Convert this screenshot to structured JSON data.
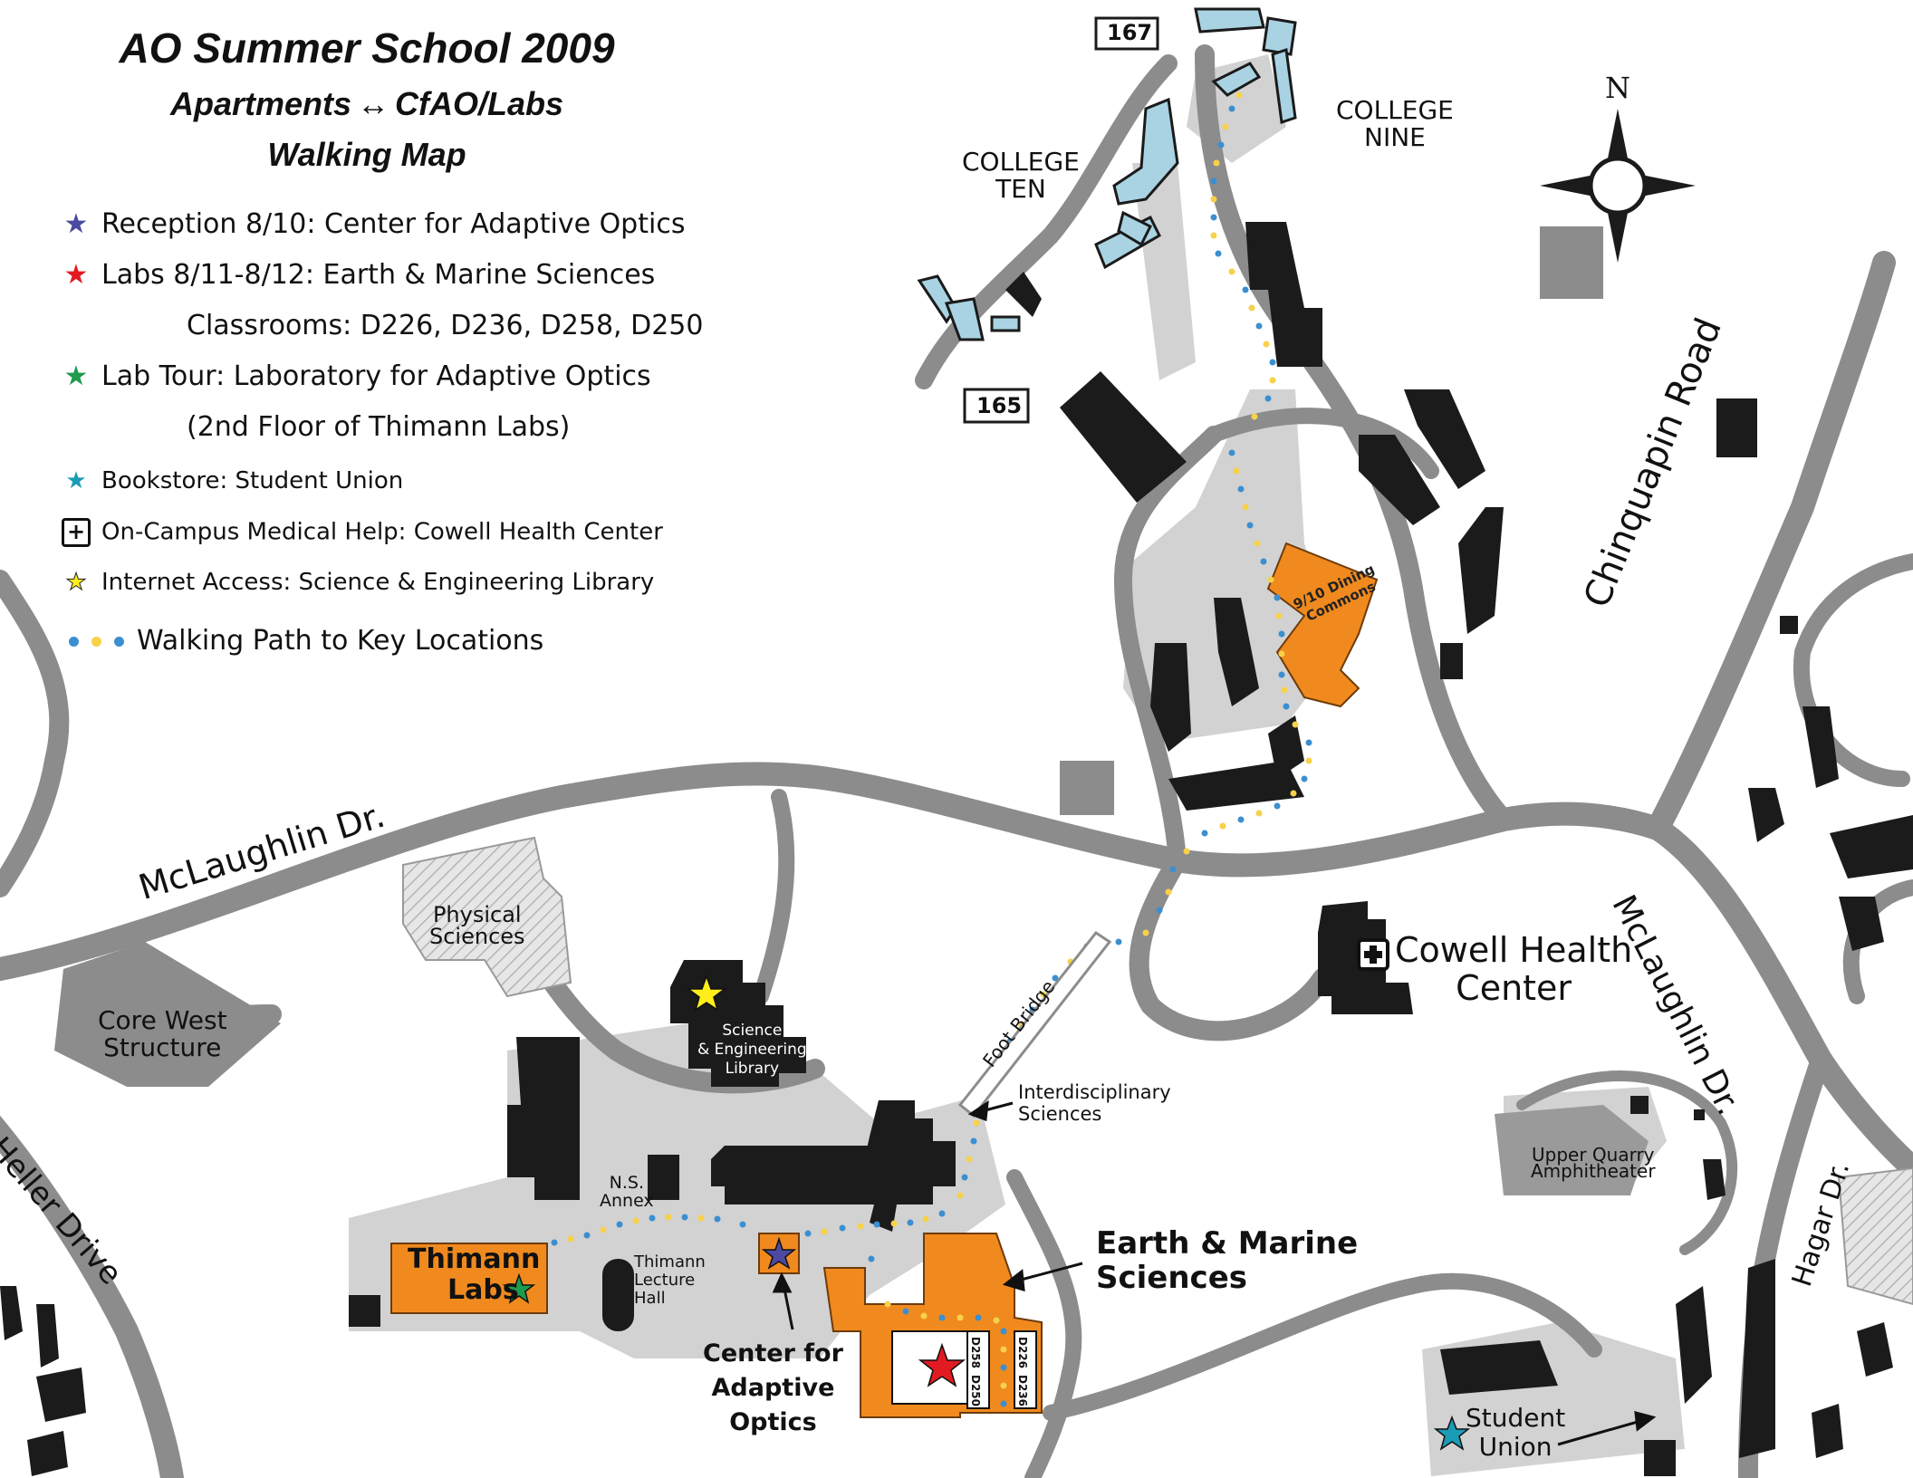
{
  "title": {
    "line1": "AO Summer School 2009",
    "line2_left": "Apartments",
    "line2_arrow": "↔",
    "line2_right": "CfAO/Labs",
    "line3": "Walking Map"
  },
  "legend": {
    "reception": "Reception 8/10: Center for Adaptive Optics",
    "labs": "Labs 8/11-8/12: Earth & Marine Sciences",
    "classrooms": "Classrooms: D226, D236, D258, D250",
    "lab_tour": "Lab Tour: Laboratory for Adaptive Optics",
    "lab_tour_sub": "(2nd Floor of Thimann Labs)",
    "bookstore": "Bookstore: Student Union",
    "medical": "On-Campus Medical Help: Cowell Health Center",
    "internet": "Internet Access: Science & Engineering Library",
    "walking": "Walking Path to Key Locations"
  },
  "colors": {
    "road": "#8c8c8c",
    "plaza": "#d2d2d2",
    "building": "#1b1b1b",
    "highlight": "#f08a1e",
    "apartment": "#a9d3e3",
    "star_blue": "#4b4aa0",
    "star_red": "#e21b23",
    "star_green": "#1e9b4e",
    "star_teal": "#1b9bb6",
    "star_yellow": "#ffee1a",
    "dot_blue": "#3b8fd0",
    "dot_yellow": "#f7d14a"
  },
  "labels": {
    "compass_n": "N",
    "college_ten": [
      "COLLEGE",
      "TEN"
    ],
    "college_nine": [
      "COLLEGE",
      "NINE"
    ],
    "road_167": "167",
    "road_165": "165",
    "dining": [
      "9/10 Dining",
      "Commons"
    ],
    "chinquapin": "Chinquapin Road",
    "mclaughlin_left": "McLaughlin Dr.",
    "mclaughlin_right": "McLaughlin Dr.",
    "physical_sciences": [
      "Physical",
      "Sciences"
    ],
    "core_west": [
      "Core West",
      "Structure"
    ],
    "heller": "Heller Drive",
    "sel": [
      "Science",
      "& Engineering",
      "Library"
    ],
    "foot_bridge": "Foot Bridge",
    "interdisciplinary": [
      "Interdisciplinary",
      "Sciences"
    ],
    "cowell": [
      "Cowell Health",
      "Center"
    ],
    "ns_annex": [
      "N.S.",
      "Annex"
    ],
    "thimann_lecture": [
      "Thimann",
      "Lecture",
      "Hall"
    ],
    "thimann_labs": [
      "Thimann",
      "Labs"
    ],
    "earth_marine": [
      "Earth & Marine",
      "Sciences"
    ],
    "cfao": [
      "Center for",
      "Adaptive",
      "Optics"
    ],
    "rooms": [
      "D258",
      "D250",
      "D226",
      "D236"
    ],
    "upper_quarry": [
      "Upper Quarry",
      "Amphitheater"
    ],
    "hagar": "Hagar Dr.",
    "student_union": [
      "Student",
      "Union"
    ]
  }
}
